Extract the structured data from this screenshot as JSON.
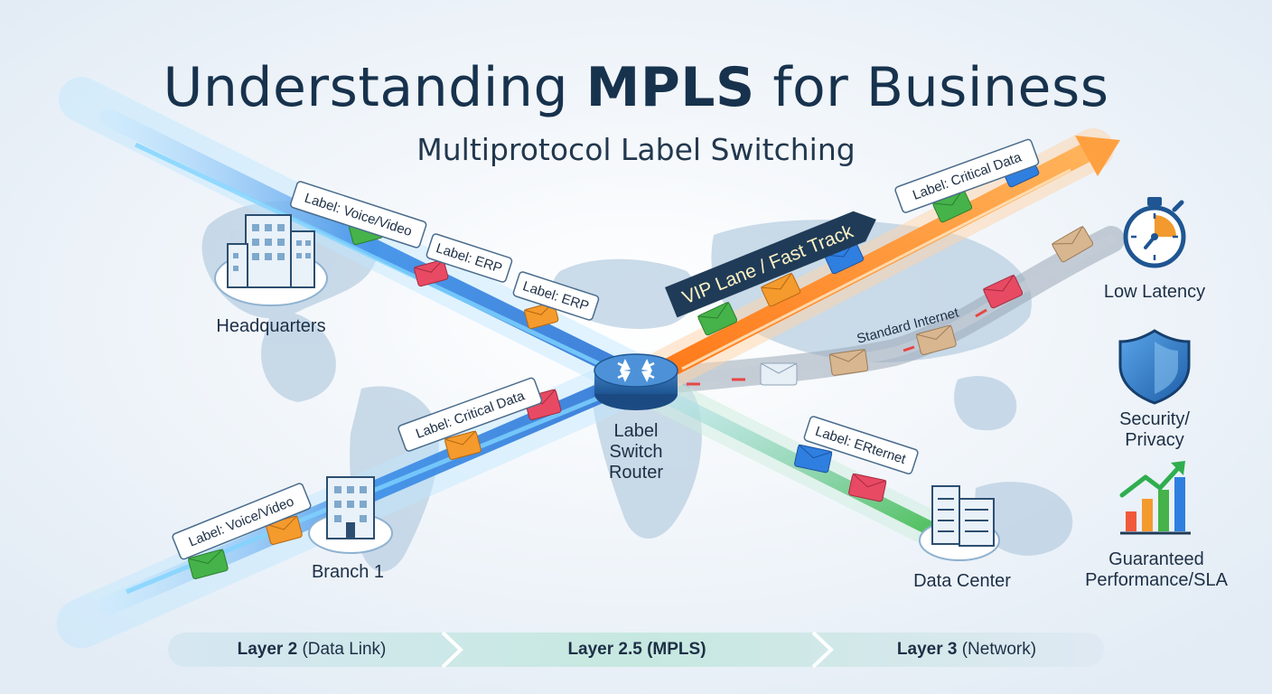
{
  "title": {
    "plain_before": "Understanding ",
    "bold": "MPLS",
    "plain_after": " for Business"
  },
  "subtitle": "Multiprotocol Label Switching",
  "nodes": {
    "headquarters": "Headquarters",
    "branch": "Branch 1",
    "router_line1": "Label",
    "router_line2": "Switch",
    "router_line3": "Router",
    "datacenter": "Data Center"
  },
  "tags": {
    "hq_voice": "Label: Voice/Video",
    "hq_erp1": "Label: ERP",
    "hq_erp2": "Label: ERP",
    "branch_critical": "Label: Critical Data",
    "branch_voice": "Label: Voice/Video",
    "vip_critical": "Label: Critical Data",
    "vip_lane": "VIP Lane / Fast Track",
    "dc_label": "Label: ERternet",
    "standard_internet": "Standard Internet"
  },
  "benefits": {
    "latency": "Low Latency",
    "security_line1": "Security/",
    "security_line2": "Privacy",
    "performance_line1": "Guaranteed",
    "performance_line2": "Performance/SLA"
  },
  "layers": [
    {
      "bold": "Layer 2",
      "rest": " (Data Link)"
    },
    {
      "bold": "Layer 2.5 (MPLS)",
      "rest": ""
    },
    {
      "bold": "Layer 3",
      "rest": " (Network)"
    }
  ],
  "colors": {
    "blue_path": "#3a8ee8",
    "orange_path": "#f28a2e",
    "green_path": "#5cbf5a",
    "gray_path": "#8e9aa8",
    "title": "#17324d"
  }
}
